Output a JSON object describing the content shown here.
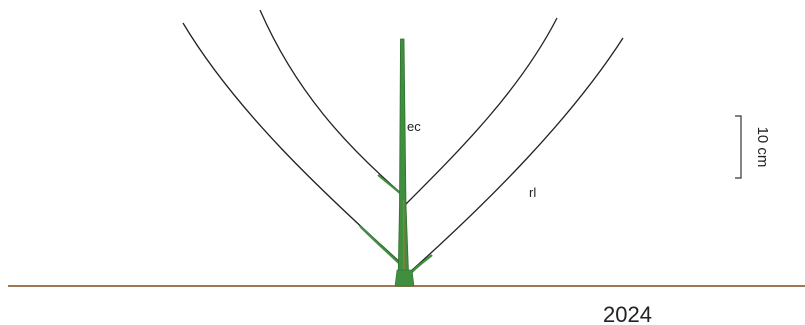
{
  "labels": {
    "ec": "ec",
    "rl": "rl",
    "year": "2024"
  },
  "scale_bar": {
    "label": "10 cm"
  },
  "colors": {
    "stem": "#3f8f3f",
    "stem_dark": "#2f6f2f",
    "leaf_line": "#222222",
    "ground": "#a07856",
    "stem_core": "#c06a30"
  }
}
